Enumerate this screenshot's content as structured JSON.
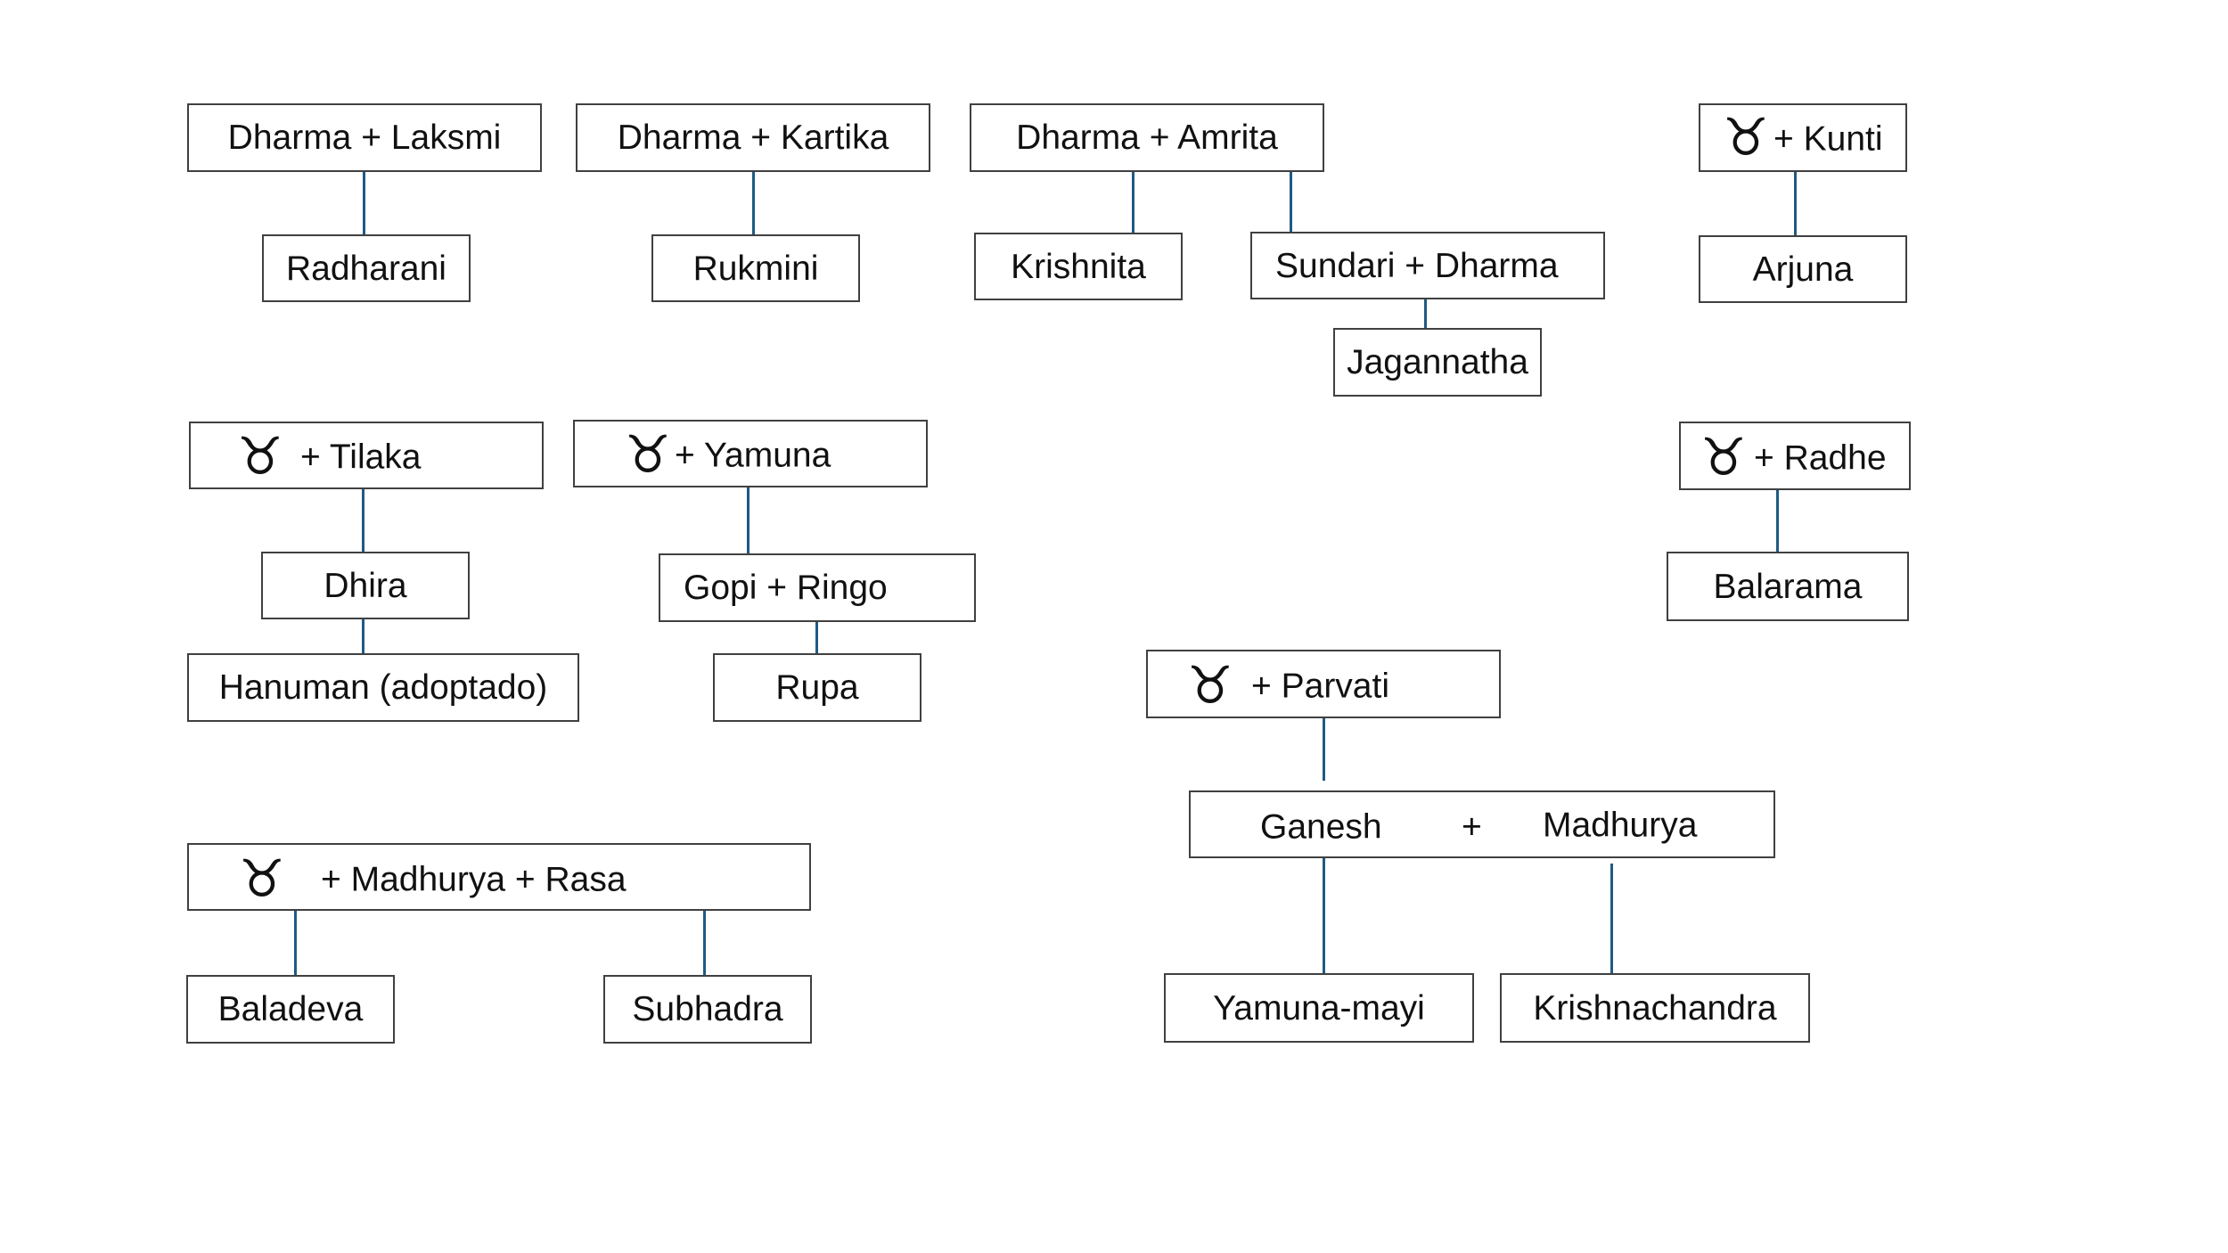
{
  "symbol": "♉",
  "colors": {
    "connector": "#1f5a85",
    "border": "#404040",
    "text": "#111111",
    "background": "#ffffff"
  },
  "nodes": {
    "dharma_laksmi": "Dharma + Laksmi",
    "radharani": "Radharani",
    "dharma_kartika": "Dharma + Kartika",
    "rukmini": "Rukmini",
    "dharma_amrita": "Dharma + Amrita",
    "krishnita": "Krishnita",
    "sundari_dharma": "Sundari + Dharma",
    "jagannatha": "Jagannatha",
    "kunti": "+ Kunti",
    "arjuna": "Arjuna",
    "tilaka": "+ Tilaka",
    "dhira": "Dhira",
    "hanuman": "Hanuman (adoptado)",
    "yamuna": "+ Yamuna",
    "gopi_ringo": "Gopi + Ringo",
    "rupa": "Rupa",
    "radhe": "+ Radhe",
    "balarama": "Balarama",
    "parvati": "+ Parvati",
    "ganesh": "Ganesh",
    "plus": "+",
    "madhurya": "Madhurya",
    "yamuna_mayi": "Yamuna-mayi",
    "krishnachandra": "Krishnachandra",
    "madhurya_rasa": "+ Madhurya + Rasa",
    "baladeva": "Baladeva",
    "subhadra": "Subhadra"
  }
}
